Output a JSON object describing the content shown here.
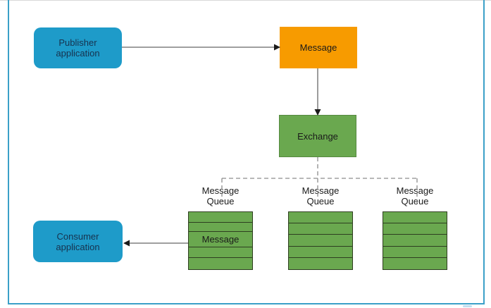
{
  "colors": {
    "frame_blue": "#3BA0C8",
    "node_blue": "#1E9BC9",
    "node_orange": "#F79B00",
    "node_green": "#6AA84F",
    "queue_border": "#2E3E20",
    "connector_gray": "#666666",
    "dashed_gray": "#8C8C8C",
    "arrow_black": "#1A1A1A"
  },
  "nodes": {
    "publisher": {
      "label": "Publisher application"
    },
    "message": {
      "label": "Message"
    },
    "exchange": {
      "label": "Exchange"
    },
    "consumer": {
      "label": "Consumer application"
    }
  },
  "queues": [
    {
      "label": "Message Queue",
      "message_label": "Message"
    },
    {
      "label": "Message Queue"
    },
    {
      "label": "Message Queue"
    }
  ]
}
